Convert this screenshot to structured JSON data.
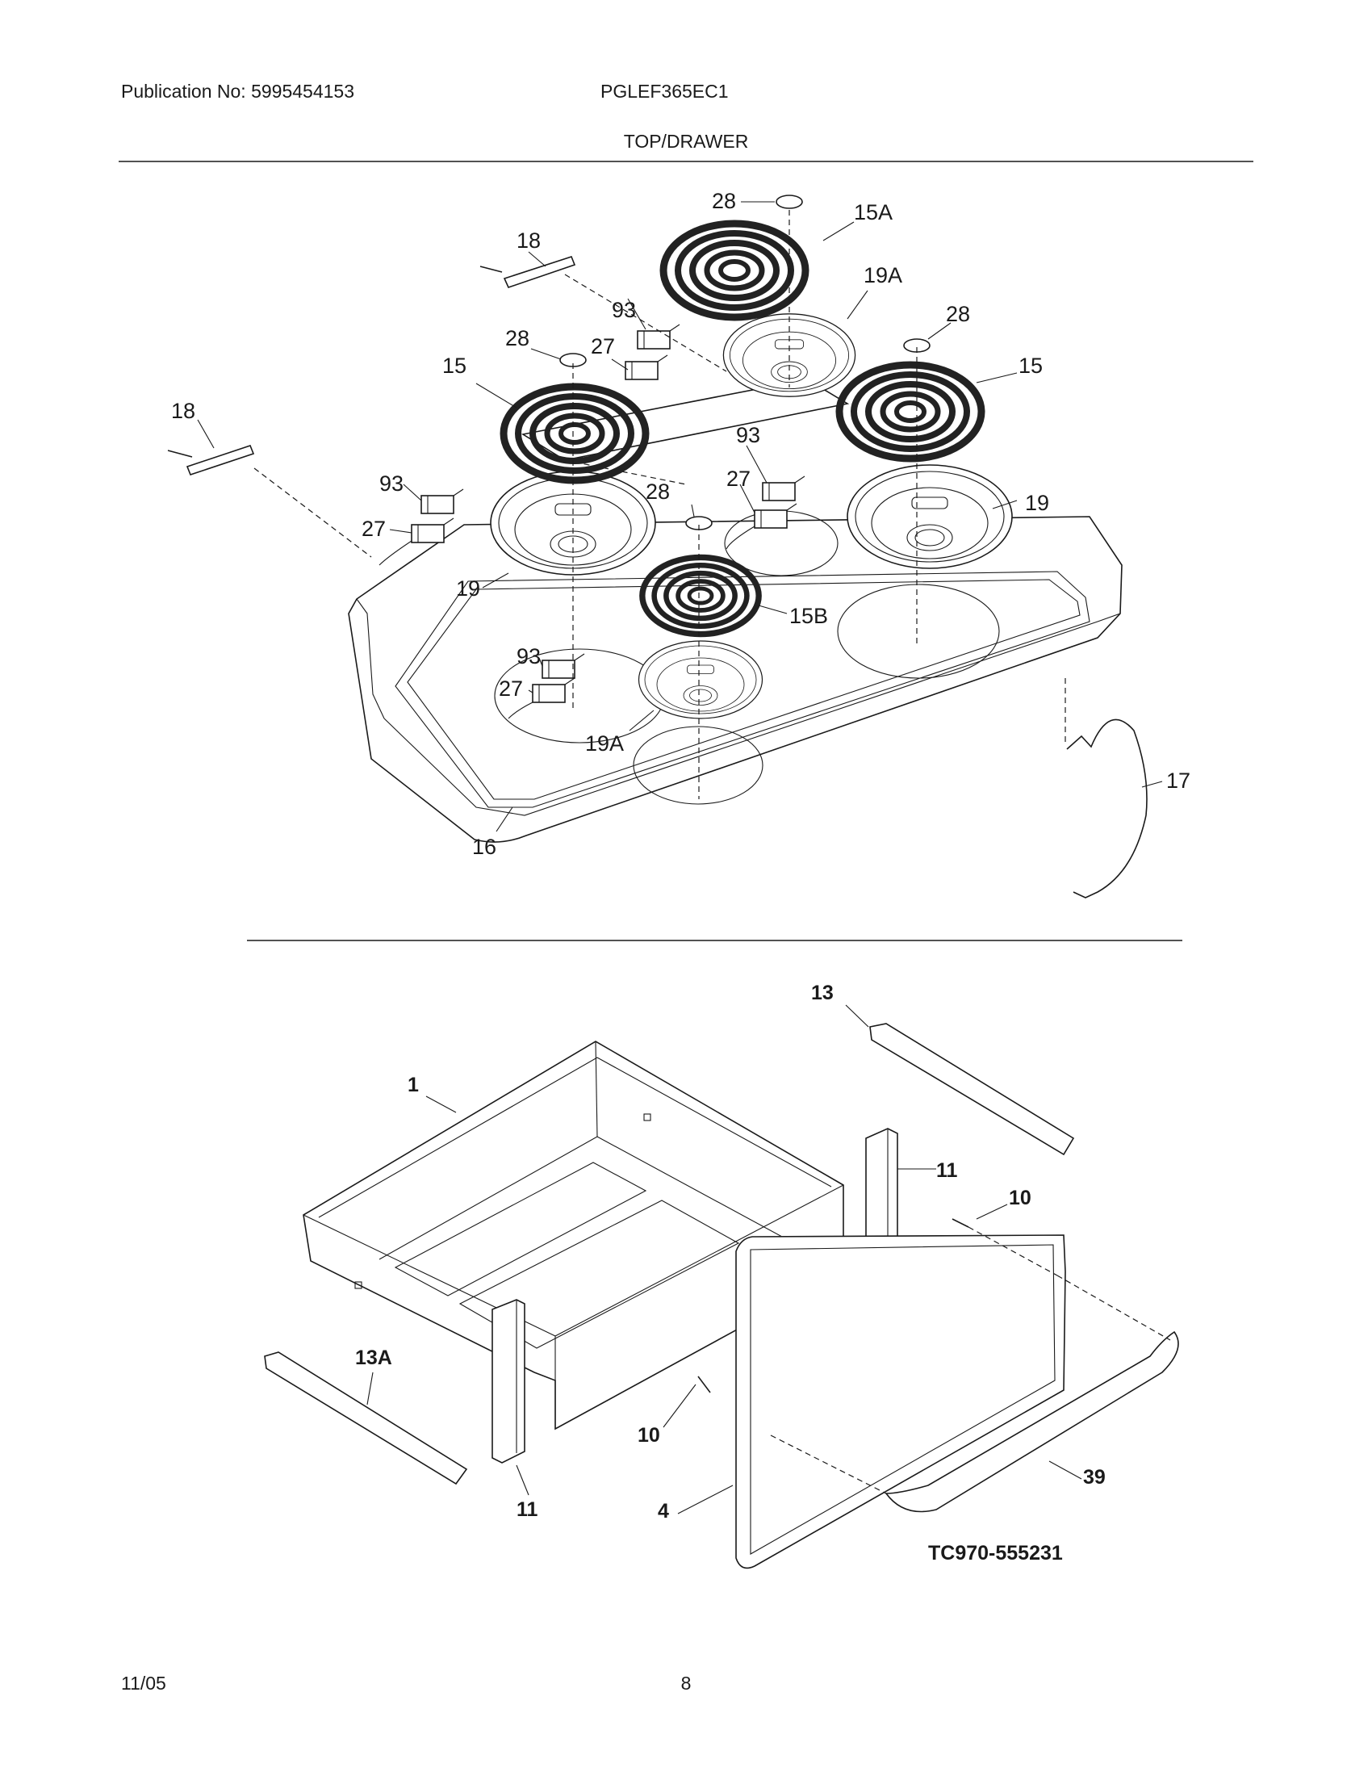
{
  "header": {
    "publication": "Publication No: 5995454153",
    "model": "PGLEF365EC1",
    "title": "TOP/DRAWER"
  },
  "footer": {
    "date": "11/05",
    "page": "8"
  },
  "top_callouts": {
    "c28a": "28",
    "c15a": "15A",
    "c18a": "18",
    "c93a": "93",
    "c19a_top": "19A",
    "c28b": "28",
    "c28c": "28",
    "c27a": "27",
    "c15_left": "15",
    "c15_right": "15",
    "c18b": "18",
    "c93b": "93",
    "c93c": "93",
    "c28d": "28",
    "c27b": "27",
    "c27c": "27",
    "c19_right": "19",
    "c19_left": "19",
    "c15b": "15B",
    "c93d": "93",
    "c27d": "27",
    "c19a_bottom": "19A",
    "c17": "17",
    "c16": "16"
  },
  "drawer_callouts": {
    "c13": "13",
    "c1": "1",
    "c11_right": "11",
    "c10_right": "10",
    "c13a": "13A",
    "c10_left": "10",
    "c11_left": "11",
    "c4": "4",
    "c39": "39"
  },
  "figure_code": "TC970-555231"
}
